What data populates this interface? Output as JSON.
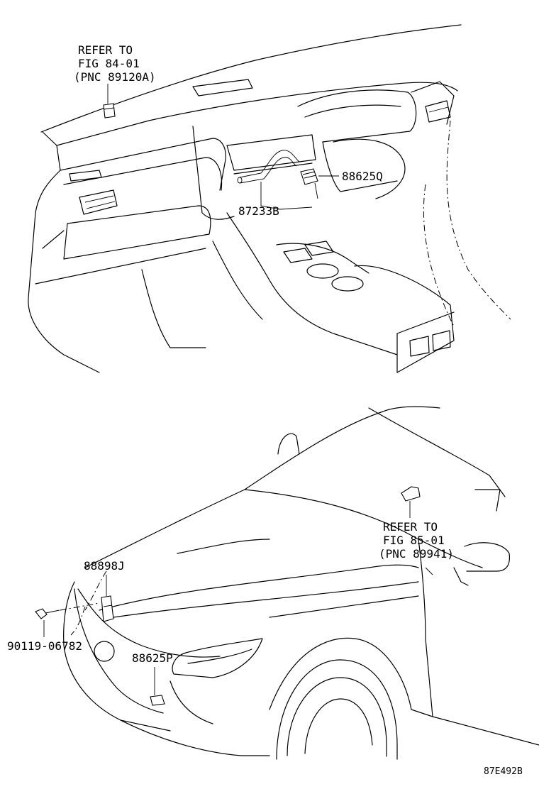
{
  "labels": {
    "refer_upper_1": "REFER TO",
    "refer_upper_2": "FIG 84-01",
    "refer_upper_3": "(PNC 89120A)",
    "part_88625Q": "88625Q",
    "part_87233B": "87233B",
    "refer_lower_1": "REFER TO",
    "refer_lower_2": "FIG 85-01",
    "refer_lower_3": "(PNC 89941)",
    "part_88898J": "88898J",
    "part_90119": "90119-06782",
    "part_88625P": "88625P"
  },
  "figure_code": "87E492B"
}
